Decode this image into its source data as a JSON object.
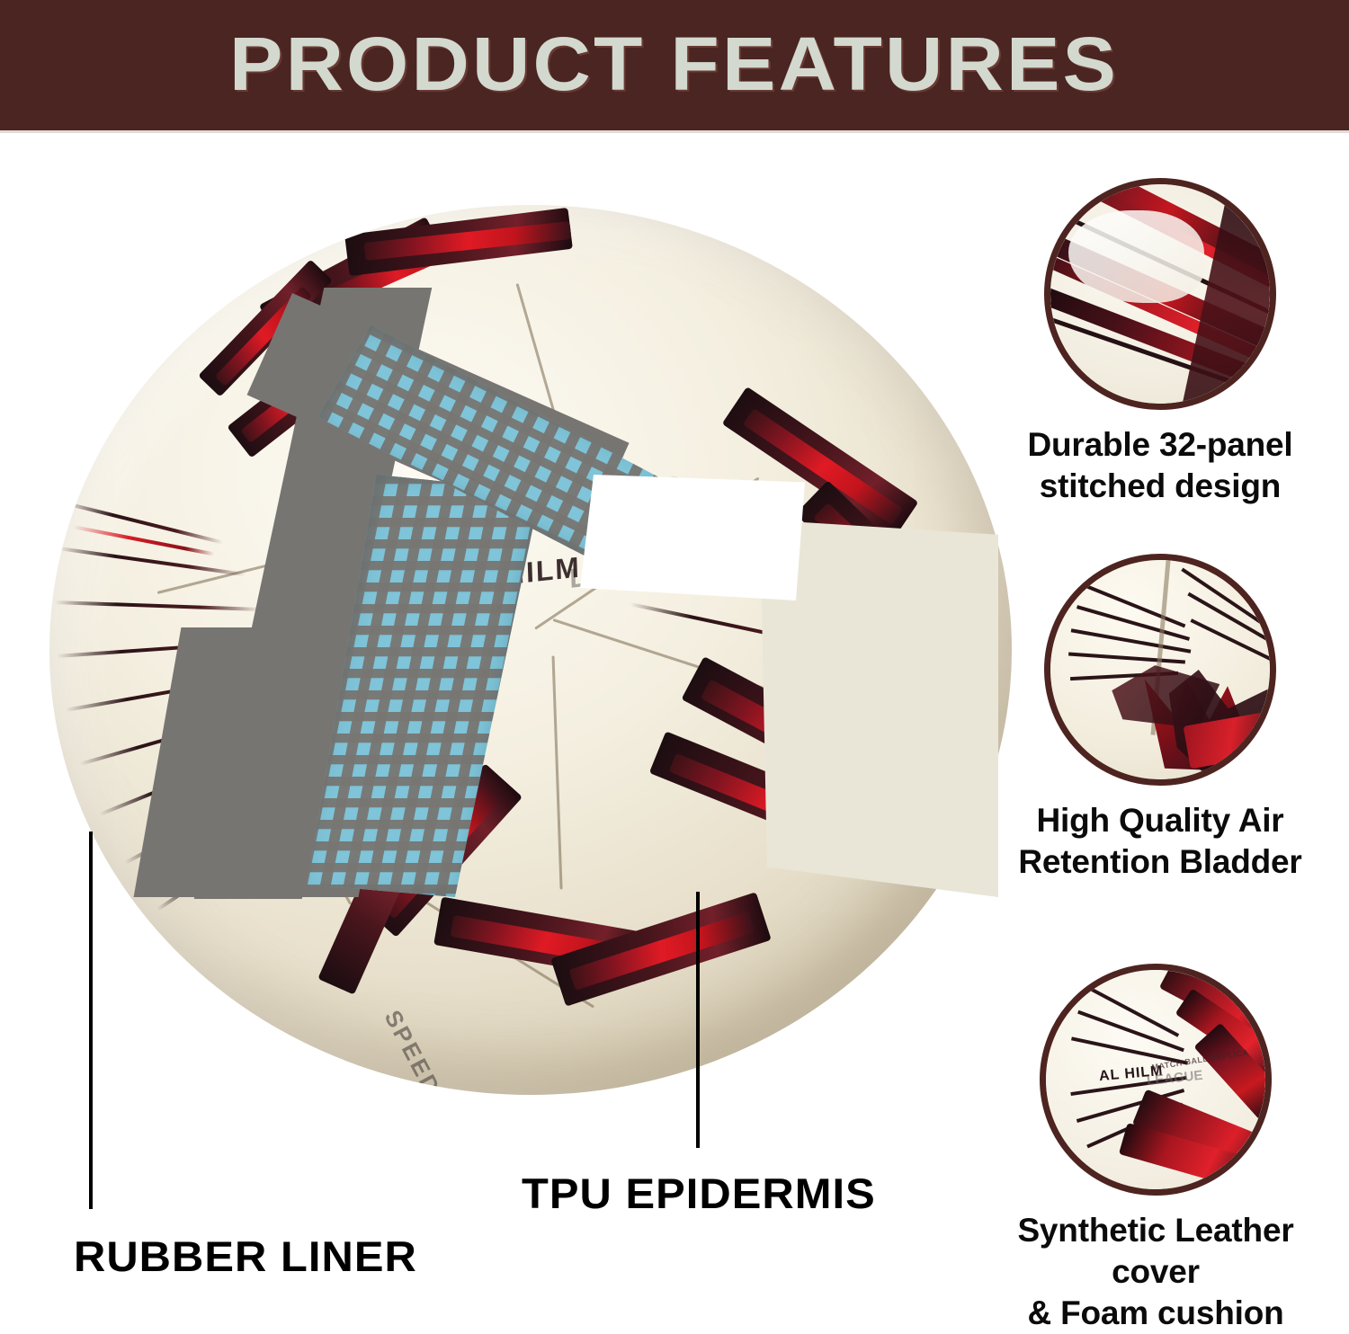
{
  "header": {
    "title": "PRODUCT FEATURES",
    "bg_color": "#4a2521",
    "text_color": "#d3d9cf"
  },
  "product": {
    "ball_brand_text": "AL HILM",
    "ball_league_text": "LEAGUE",
    "ball_replica_text": "MATCH BALL REPLICA",
    "ball_speed_text": "SPEED"
  },
  "diagram_labels": [
    {
      "id": "rubber-liner",
      "text": "RUBBER LINER"
    },
    {
      "id": "tpu-epidermis",
      "text": "TPU EPIDERMIS"
    }
  ],
  "callouts": [
    {
      "id": "durable-32-panel",
      "line1": "Durable 32-panel",
      "line2": "stitched design",
      "icon": "ball-panel-closeup-circle"
    },
    {
      "id": "air-retention-bladder",
      "line1": "High Quality Air",
      "line2": "Retention Bladder",
      "icon": "ball-side-closeup-circle"
    },
    {
      "id": "synthetic-leather-foam",
      "line1": "Synthetic Leather cover",
      "line2": "& Foam cushion",
      "icon": "ball-full-closeup-circle"
    }
  ],
  "colors": {
    "accent_maroon": "#4e2420",
    "header_text": "#d3d9cf",
    "ball_cream": "#f1ebdb",
    "ball_red": "#e01a24",
    "ball_dark": "#2a1014",
    "liner_grey": "#777572",
    "mesh_blue": "#7fc4d8",
    "label_black": "#000000",
    "background": "#ffffff"
  }
}
